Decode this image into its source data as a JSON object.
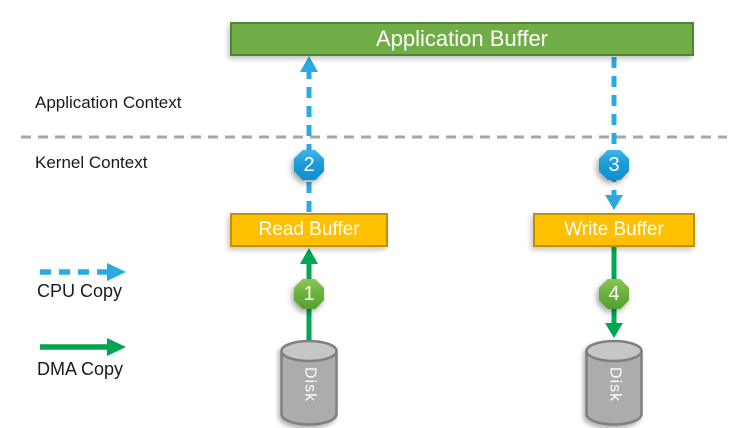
{
  "nodes": {
    "application_buffer": {
      "label": "Application Buffer",
      "fill": "#70AD47",
      "border": "#548235"
    },
    "read_buffer": {
      "label": "Read Buffer",
      "fill": "#FFC000",
      "border": "#BF9000"
    },
    "write_buffer": {
      "label": "Write Buffer",
      "fill": "#FFC000",
      "border": "#BF9000"
    },
    "disk_left": {
      "label": "Disk"
    },
    "disk_right": {
      "label": "Disk"
    }
  },
  "context_labels": {
    "application": "Application Context",
    "kernel": "Kernel Context"
  },
  "steps": [
    {
      "number": "1",
      "copy_type": "DMA Copy",
      "from": "disk_left",
      "to": "read_buffer"
    },
    {
      "number": "2",
      "copy_type": "CPU Copy",
      "from": "read_buffer",
      "to": "application_buffer"
    },
    {
      "number": "3",
      "copy_type": "CPU Copy",
      "from": "application_buffer",
      "to": "write_buffer"
    },
    {
      "number": "4",
      "copy_type": "DMA Copy",
      "from": "write_buffer",
      "to": "disk_right"
    }
  ],
  "legend": [
    {
      "label": "CPU Copy",
      "line_style": "dashed",
      "color": "#29ABE2"
    },
    {
      "label": "DMA Copy",
      "line_style": "solid",
      "color": "#00A750"
    }
  ],
  "colors": {
    "cpu_copy_arrow": "#29ABE2",
    "dma_copy_arrow": "#00A750",
    "divider_line": "#A6A6A6",
    "badge_cpu": "#1B9CD7",
    "badge_dma": "#6CB33E",
    "disk_body": "#ACACAC",
    "disk_top": "#C6C6C6",
    "disk_border": "#7F7F7F"
  }
}
